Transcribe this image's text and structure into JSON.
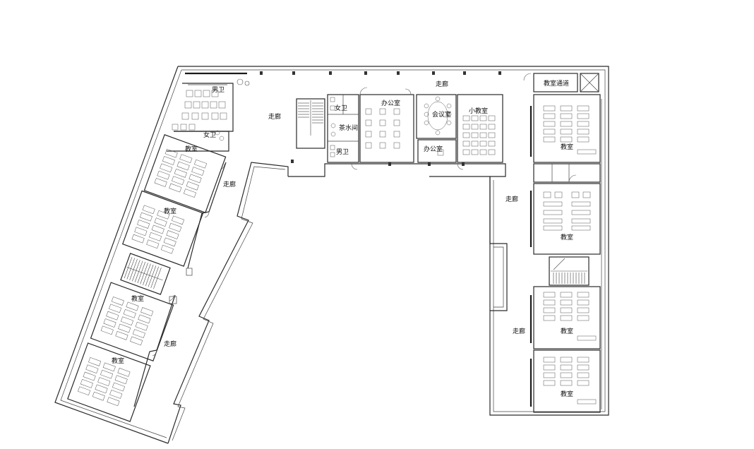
{
  "labels": {
    "mens_wc": "男卫",
    "womens_wc_top": "女卫",
    "womens_wc_left": "女卫",
    "mens_wc_center": "男卫",
    "tea_room": "茶水间",
    "office_main": "办公室",
    "meeting_room": "会议室",
    "small_office": "办公室",
    "small_classroom": "小教室",
    "classroom_corridor": "教室通道",
    "corridor": "走廊",
    "classroom": "教室"
  },
  "colors": {
    "line": "#2a2a2a",
    "background": "#ffffff"
  }
}
